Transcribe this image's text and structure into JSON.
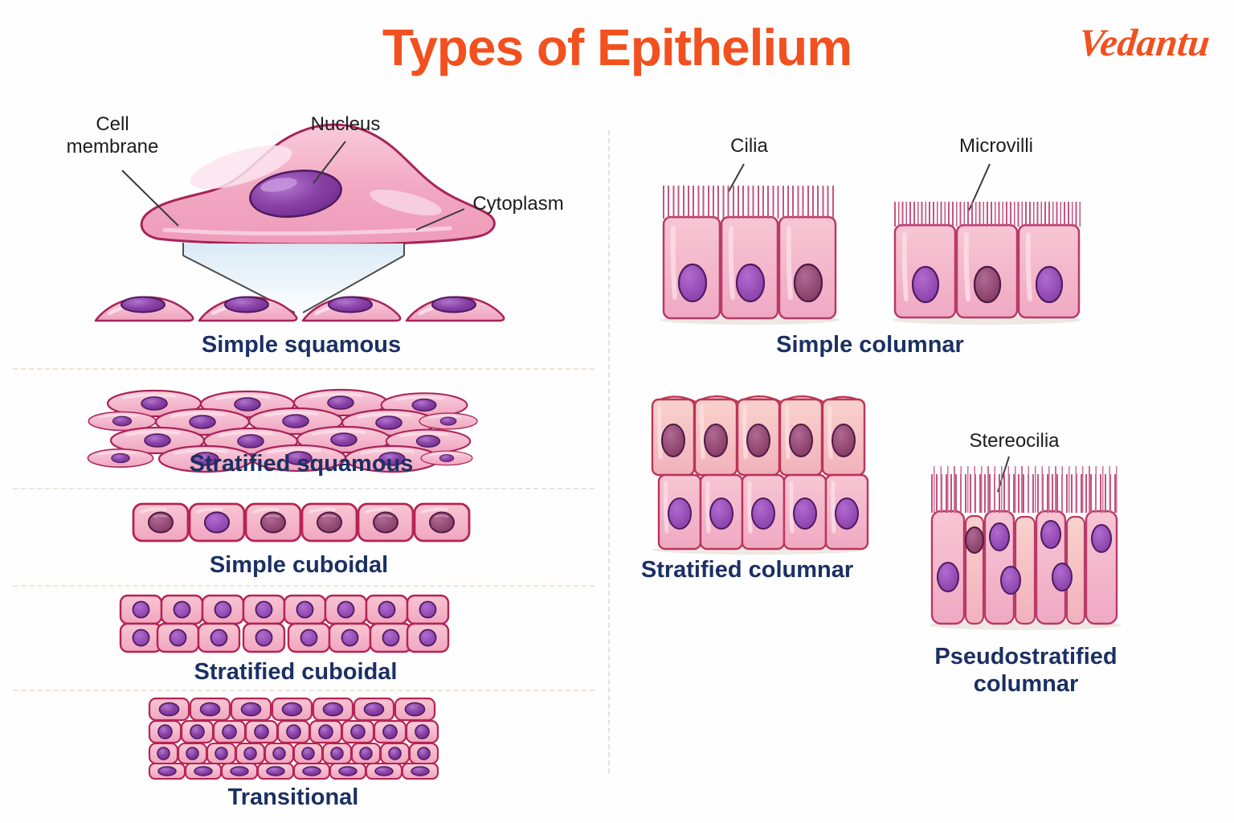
{
  "header": {
    "title": "Types of Epithelium",
    "logo_text": "Vedantu"
  },
  "left": {
    "simple_squamous": {
      "caption": "Simple squamous",
      "labels": {
        "cell_membrane": "Cell membrane",
        "nucleus": "Nucleus",
        "cytoplasm": "Cytoplasm"
      }
    },
    "stratified_squamous": {
      "caption": "Stratified squamous"
    },
    "simple_cuboidal": {
      "caption": "Simple cuboidal"
    },
    "stratified_cuboidal": {
      "caption": "Stratified cuboidal"
    },
    "transitional": {
      "caption": "Transitional"
    }
  },
  "right": {
    "simple_columnar": {
      "caption": "Simple columnar",
      "labels": {
        "cilia": "Cilia",
        "microvilli": "Microvilli"
      }
    },
    "stratified_columnar": {
      "caption": "Stratified columnar"
    },
    "pseudostratified_columnar": {
      "caption": "Pseudostratified columnar",
      "labels": {
        "stereocilia": "Stereocilia"
      }
    }
  },
  "colors": {
    "accent_orange": "#F2501F",
    "caption_navy": "#1B3063",
    "annotation_black": "#1d1d1f",
    "cell_pink": "#F2A9C2",
    "cell_border": "#A82458",
    "nucleus_purple": "#7C3796",
    "nucleus_maroon": "#8E3A62",
    "funnel_blue": "#D8E9F5",
    "divider_tan": "#EBDCCB"
  }
}
